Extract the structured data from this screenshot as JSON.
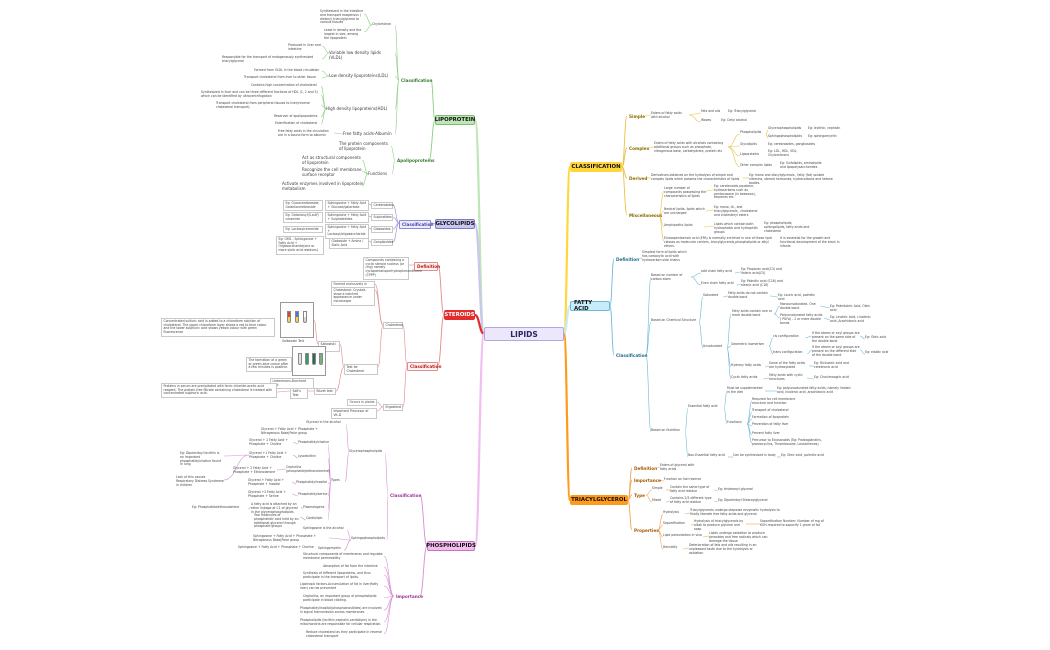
{
  "root": "LIPIDS",
  "colors": {
    "lipoprotein": "#bfe6b6",
    "glycolipids": "#c9c7f0",
    "steroids": "#e12d2d",
    "phospholipids": "#f3bdf0",
    "classification": "#ffd73a",
    "fatty_acid": "#c9ecfa",
    "triacylglycerol": "#ff9a1a"
  },
  "branches": {
    "lipoprotein": "LIPOPROTEIN",
    "glycolipids": "GLYCOLIPIDS",
    "steroids": "STEROIDS",
    "phospholipids": "PHOSPHOLIPIDS",
    "classification": "CLASSIFICATION",
    "fatty_acid": "FATTY ACID",
    "triacylglycerol": "TRIACYLGLYCEROL"
  },
  "lipoprotein": {
    "classification": "Classification",
    "chylomicron": "Chylomicron",
    "chylo_1": "Synthesized in the intestine and transport exogenous ( dietary) triacylglycerol to various tissues",
    "chylo_2": "Least in density and the largest in size, among the lipoprotein",
    "vldl": "Variable low density lipids (VLDL)",
    "vldl_1": "Produced in liver and intestine",
    "vldl_2": "Responsible for the transport of endogenously synthesized triacylglycerol",
    "ldl": "Low density lipoproteins(LDL)",
    "ldl_1": "Formed from VLDL in the blood circulation",
    "ldl_2": "Transport cholesterol from liver to other tissue",
    "hdl": "High density lipoproteins(HDL)",
    "hdl_1": "Contains high concentration of cholesterol",
    "hdl_2": "Synthesized in liver and can be three different fractions of HDL (1, 2 and 3) which can be identified by ultracentrifugation",
    "hdl_3": "Transport cholesterol from peripheral tissues to liver(reverse cholesterol transport).",
    "hdl_4": "Reservoir of apolipoproteins",
    "hdl_5": "Esterification of cholesterol",
    "ffa": "Free fatty acids-Albumin",
    "ffa_1": "Free fatty acids in the circulation are in a bound form to albumin",
    "apolipo": "Apolipoproteins",
    "apo_1": "The protein components of lipoprotein",
    "functions": "Functions",
    "fn_1": "Act as structural components of lipoprotein",
    "fn_2": "Recognize the cell membrane surface receptor",
    "fn_3": "Activate enzymes involved in lipoprotein metabolism"
  },
  "glycolipids": {
    "classification": "Classification",
    "cerebrosides": "Cerebrosides",
    "cer_1": "Eg: Glucocerebroside, Galactocerebroside",
    "cer_2": "Sphingosine + Fatty Acid + Glucose/galactose",
    "sulfatides": "Sulphatides",
    "sul_1": "Eg: Galactosyl(3-sulf) ceramide",
    "sul_2": "Sphingosine + Fatty Acid + Sulphatetides",
    "globosides": "Globosides",
    "glo_1": "Eg: Lactosylceramide",
    "glo_2": "Sphingosine + Fatty Acid + Lactosyl/oligosaccharide",
    "gangliosides": "Gangliosides",
    "gan_1": "Eg: GM2 - Sphingosine + Fatty Acid + Oligosaccharide(one or more sialic acid residues)",
    "gan_2": "Globoside + Amino / Sialic Acid"
  },
  "steroids": {
    "definition": "Definition",
    "def_1": "Compounds containing a cyclic steroid nucleus (or ring) namely cyclopentanoperhydrophenanthrene (CPPP)",
    "classification": "Classification",
    "cholesterol": "Cholesterol",
    "ch_1": "Formed exclusively in animals",
    "ch_2": "Cholesterol: Crystals show a notched appearance under microscope",
    "salkowski": "Salkowski Test",
    "salk_1": "Concentrated sulfuric acid is added to a chloroform solution of cholesterol. The upper chloroform layer shows a red to blue colour and the lower sulphuric acid shows yellow colour with green fluorescence",
    "lb": "Liebermann-Burchard Test",
    "lb_1": "The formation of a green or green-blue colour after a few minutes is positive.",
    "salk_lbl": "Salkowski Test",
    "test_label": "Test for Cholesterol",
    "biuret": "Biuret test",
    "salts": "Salt's Test",
    "salts_1": "Proteins in serum are precipitated with ferric chloride-acetic acid reagent. The protein-free filtrate containing cholesterol is treated with concentrated sulphuric acid.",
    "ergosterol": "Ergosterol",
    "erg_1": "Occurs in plants",
    "erg_2": "Important Precursor of Vit-D"
  },
  "phospholipids": {
    "classification": "Classification",
    "glycero": "Glycerophospholipids",
    "types": "Types",
    "g_1": "Glycerol in the alcohol",
    "lecithin": "Phosphatidylcholine",
    "lec_1": "Glycerol + Fatty Acid + Phosphate + Nitrogenous Base(Polar group",
    "lec_2": "Glycerol + 2 Fatty Acid + Phosphate + Choline",
    "lysolec": "Lysolecithin",
    "lys_1": "Glycerol +1 Fatty Acid + Phosphate + Choline",
    "lys_2": "Eg: Dipalmitoyl lecithin is an important phosphatidylcholine found in lung",
    "lys_3": "Lack of this causes Respiratory Distress Syndrome in children",
    "ceph": "Cephalins (phosphatidylethanolamine)",
    "ceph_1": "Glycerol + 2 Fatty Acid + Phosphate + Ethanolamine",
    "inos": "Phosphatidylinositol",
    "inos_1": "Glycerol + Fatty Acid + Phosphate + Inositol",
    "serine": "Phosphatidylserine",
    "ser_1": "Glycerol +2 Fatty Acid + Phosphate + Serine",
    "plasm": "Plasmalogens",
    "plasm_1": "A fatty acid is attached by an ether linkage at C1 of glycerol in the glycerophospholipids",
    "plasm_2": "Eg: Phosphatidalethanolamine",
    "cardio": "Cardiolipin",
    "card_1": "Two molecules of phosphatidic acid held by an additional glycerol through phosphate groups",
    "sphingo": "Sphingophospholipids",
    "sph_1": "Sphingosine is the alcohol",
    "sph_2": "Sphingosine + Fatty Acid + Phosphate + Nitrogenous Base(Polar group",
    "sph_3": "Sphingosine + Fatty Acid + Phosphate + Choline",
    "sphingomyelin": "Sphingomyelin",
    "importance": "Importance",
    "imp_1": "Structural components of membranes and regulate membrane permeability",
    "imp_2": "Absorption of fat from the intestine",
    "imp_3": "Synthesis of different lipoproteins, and thus participate in the transport of lipids.",
    "imp_4": "Lipotropic factors-Accumulation of fat in liver(fatty liver) can be prevented",
    "imp_5": "Cephalins, an important group of phospholipids participate in blood clotting.",
    "imp_6": "Phosphatidylinositol(phosphoinositides) are involved in signal transmission across membranes.",
    "imp_7": "Phospholipids (lecithin,cephalin,cardiolipin) in the mitochondria are responsible for cellular respiration.",
    "imp_8": "Reduce cholesterol as they participate in reverse cholesterol transport"
  },
  "classification": {
    "simple": "Simple",
    "simple_1": "Esters of fatty acids with alcohol",
    "fats_oils": "Fats and oils",
    "fo_1": "Eg: Triacylglycerol",
    "waxes": "Waxes",
    "wx_1": "Eg: Cetyl alcohol",
    "complex": "Complex",
    "complex_1": "Esters of fatty acids with alcohols containing additional groups such as phosphate, nitrogenous base, carbohydrate, protein etc",
    "phospho": "Phospholipids",
    "ph_1": "Glycerophospholipids",
    "ph_1e": "Eg: lecithin, cephalin",
    "ph_2": "Sphingophospholipids",
    "ph_2e": "Eg: sphingomyelin",
    "glyco": "Glycolipids",
    "gl_1": "Eg: cerebrosides, gangliosides",
    "lipopro": "Lipoproteins",
    "lp_1": "Eg: LDL, HDL, VDL, Chylomicrons",
    "other": "Other complex lipids",
    "ot_1": "Eg: Sulfolipids, aminolipids and lipopolysaccharides",
    "derived": "Derived",
    "derived_1": "Derivatives obtained on the hydrolysis of simple and complex lipids which possess the characteristics of lipids",
    "derived_2": "Eg: mono and diacylglycerols , fatty (fat) soluble vitamins, steroid hormones, hydrocarbons and ketone bodies.",
    "misc": "Miscellaneous",
    "misc_1": "Large number of compounds possessing the characteristics of lipids",
    "misc_1e": "Eg: carotenoids,squalene, hydrocarbons such as pentacosane (in beeswax), terpenes etc.",
    "neutral": "Neutral lipids- lipids which are uncharged",
    "neutral_e": "Eg: mono, di-, and triacylglycerols , cholesterol and cholesteryl esters",
    "amphi": "Amphipathic lipids",
    "amphi_1": "Lipids which contain both hydrophobic and hydrophilic groups",
    "amphi_e": "Eg: phospholipids, sphingolipids, fatty acids and cholesterol",
    "ep_1": "Eicosapentaenoic acid (EPA) is normally enriched in one of these lipid classes as molecular carriers, triacylglycerols,phospholipids or alkyl ethers.",
    "ep_2": "It is essential for the growth and functional development of the brain in infants"
  },
  "fatty_acid": {
    "definition": "Definition",
    "def_1": "Simplest form of lipids which has carboxylic acid with hydrocarbon side chains",
    "classification": "Classification",
    "carbon": "Based on number of carbon atom",
    "odd": "odd chain fatty acid",
    "odd_1": "Eg: Propionic acid(C3) and Valeric acid(C5)",
    "even": "Even chain fatty acid",
    "even_1": "Eg: Palmitic acid (C16) and stearic acid (C18)",
    "chemical": "Based on Chemical Structure",
    "saturated": "Saturated",
    "sat_1": "Fatty acids do not contain double bond",
    "sat_1e": "Eg: Lauric acid, palmitic acid",
    "unsaturated": "Unsaturated",
    "uns_1": "Fatty acids contain one or more double bond",
    "mono": "Monounsaturated- One double bond",
    "mono_e": "Eg: Palmitoleic Acid, Oleic acid",
    "poly": "Polyunsaturated fatty acids ( PUFA) - 2 or more double bonds",
    "poly_e": "Eg: Linoleic Acid, Linolenic acid ,Arachidonic acid",
    "geo": "Geometric isomerism",
    "cis": "cis configuration",
    "cis_1": "If the atoms or acyl groups are present on the same side of the double bond",
    "cis_e": "Eg: Oleic acid",
    "trans": "trans configuration",
    "trans_1": "If the atoms or acyl groups are present on the different side of the double bond",
    "trans_e": "Eg: elaidic acid",
    "hydroxy": "Hydroxy fatty acids",
    "hy_1": "Some of the fatty acids are hydroxylated",
    "hy_e": "Eg: Ricinoleic acid and cerebronic acid",
    "cyclic": "Cyclic fatty acids",
    "cy_1": "Fatty acids with cyclic structures",
    "cy_e": "Eg: Chaulmoogric acid",
    "nutrition": "Based on Nutrition",
    "essential": "Essential fatty acid",
    "ess_1": "Must be supplemented in the diet",
    "ess_1e": "Eg: polyunsaturated fatty acids, namely linoleic acid, linolenic acid ,arachidonic acid",
    "functions": "Functions",
    "ef_1": "Required for cell membrane structure and function",
    "ef_2": "Transport of cholesterol",
    "ef_3": "Formation of lipoprotein",
    "ef_4": "Prevention of fatty liver",
    "ef_5": "Prevent fatty liver",
    "ef_6": "Precursor to Eicosanoids (Eg: Prostaglandins, prostacyclins, Thromboxane, Leukotrienes)",
    "nonessential": "Non-Essential fatty acid",
    "ne_1": "Can be synthesized in body",
    "ne_e": "Eg: Oleic acid, palmitic acid"
  },
  "triacylglycerol": {
    "definition": "Definition",
    "def_1": "Esters of glycerol with fatty acids",
    "importance": "Importance",
    "imp_1": "Function as fuel reserve",
    "type": "Type",
    "simple": "Simple",
    "simple_1": "Contain the same type of fatty acid residue",
    "simple_e": "Eg: tristearoyl glycerol",
    "mixed": "Mixed",
    "mixed_1": "Contains 2/3 different type of fatty acid residue",
    "mixed_e": "Eg: Dipalmitoyl Stearoylglycerol",
    "properties": "Properties",
    "hydrolysis": "Hydrolysis",
    "hyd_1": "Triacylglycerols undergo stepwise enzymatic hydrolysis to finally liberate free fatty acids and glycerol.",
    "sap": "Saponification",
    "sap_1": "Hydrolysis of triacylglycerols by alkali to produce glycerol and soap",
    "sap_2": "Saponification Number: Number of mg of KOH required to saponify 1 gram of fat",
    "perox": "Lipid peroxidation in vivo",
    "per_1": "Lipids undergo oxidation to produce peroxides and free radicals which can damage the tissue",
    "rancid": "Rancidity",
    "ran_1": "Deterioration of fats and oils resulting in an unpleasant taste due to the hydrolysis or oxidation"
  }
}
